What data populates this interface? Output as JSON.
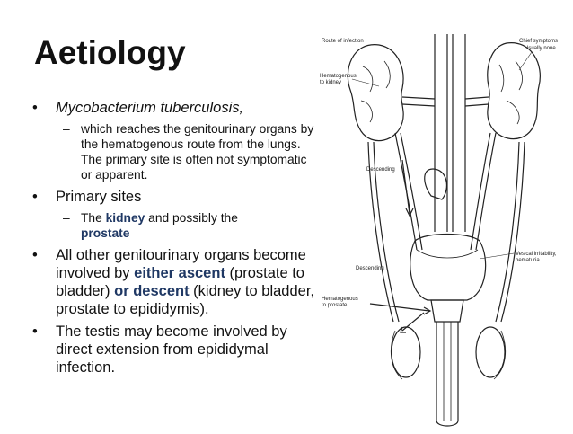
{
  "slide": {
    "title": "Aetiology",
    "bullets": [
      {
        "text": "Mycobacterium tuberculosis,",
        "italic": true,
        "sub": "which reaches the genitourinary organs by the hematogenous route from the lungs. The primary site is often not symptomatic or apparent."
      },
      {
        "text": "Primary sites",
        "sub_parts": [
          "The ",
          "kidney",
          " and possibly the ",
          "prostate"
        ]
      },
      {
        "parts": [
          "All other genitourinary organs become involved by ",
          "either ascent",
          " (prostate to bladder) ",
          "or descent",
          " (kidney to bladder, prostate to epididymis)."
        ]
      },
      {
        "text": "The testis may become involved by direct extension from epididymal infection."
      }
    ],
    "highlight_color": "#1f3864"
  },
  "figure": {
    "labels": {
      "route": "Route of infection",
      "chief": "Chief symptoms",
      "usually_none": "Usually none",
      "hemat_kidney_1": "Hematogenous",
      "hemat_kidney_2": "to kidney",
      "descending_1": "Descending",
      "vesical_1": "Vesical irritability,",
      "vesical_2": "hematuria",
      "descending_2": "Descending",
      "hemat_prostate_1": "Hematogenous",
      "hemat_prostate_2": "to prostate"
    }
  }
}
